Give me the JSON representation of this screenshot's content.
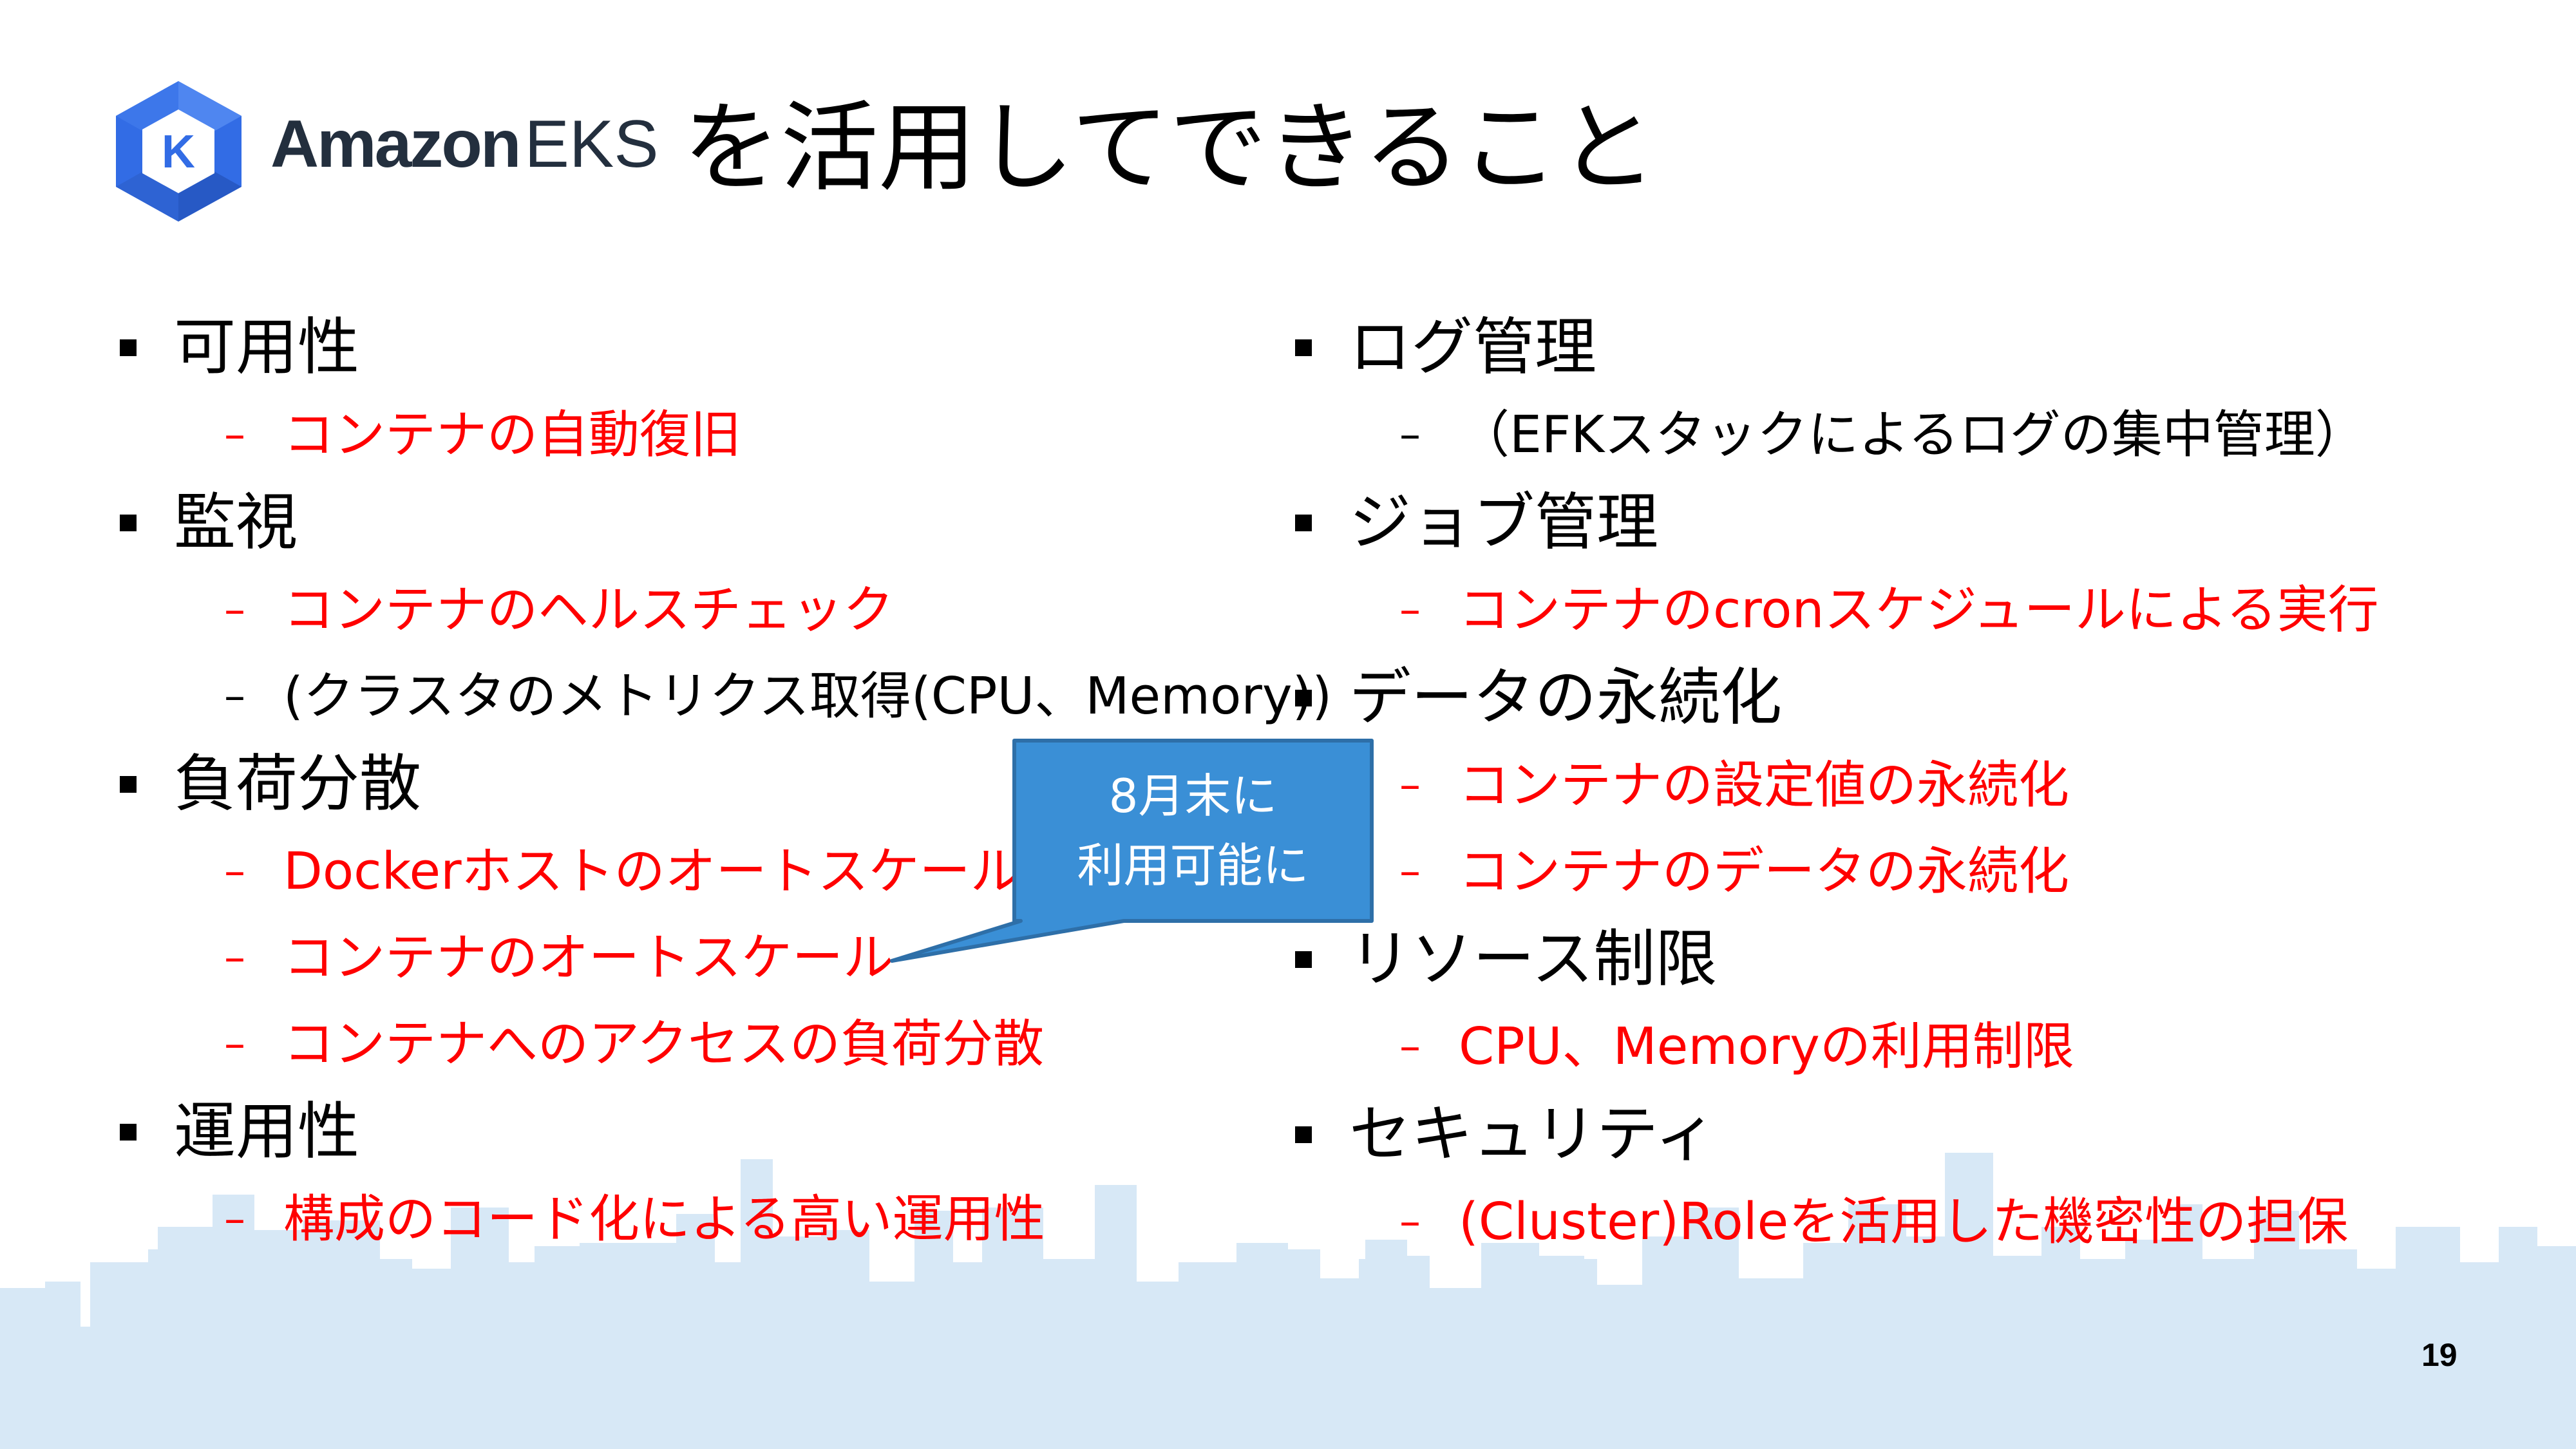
{
  "header": {
    "brand_amazon": "Amazon",
    "brand_eks": "EKS",
    "logo_letter": "K",
    "title": "を活用してできること"
  },
  "left_column": [
    {
      "label": "可用性",
      "subs": [
        {
          "text": "コンテナの自動復旧",
          "color": "#ff0000"
        }
      ]
    },
    {
      "label": "監視",
      "subs": [
        {
          "text": "コンテナのヘルスチェック",
          "color": "#ff0000"
        },
        {
          "text": "(クラスタのメトリクス取得(CPU、Memory))",
          "color": "#000000"
        }
      ]
    },
    {
      "label": "負荷分散",
      "subs": [
        {
          "text": "Dockerホストのオートスケール",
          "color": "#ff0000"
        },
        {
          "text": "コンテナのオートスケール",
          "color": "#ff0000"
        },
        {
          "text": "コンテナへのアクセスの負荷分散",
          "color": "#ff0000"
        }
      ]
    },
    {
      "label": "運用性",
      "subs": [
        {
          "text": "構成のコード化による高い運用性",
          "color": "#ff0000"
        }
      ]
    }
  ],
  "right_column": [
    {
      "label": "ログ管理",
      "subs": [
        {
          "text": "（EFKスタックによるログの集中管理）",
          "color": "#000000"
        }
      ]
    },
    {
      "label": "ジョブ管理",
      "subs": [
        {
          "text": "コンテナのcronスケジュールによる実行",
          "color": "#ff0000"
        }
      ]
    },
    {
      "label": "データの永続化",
      "subs": [
        {
          "text": "コンテナの設定値の永続化",
          "color": "#ff0000"
        },
        {
          "text": "コンテナのデータの永続化",
          "color": "#ff0000"
        }
      ]
    },
    {
      "label": "リソース制限",
      "subs": [
        {
          "text": "CPU、Memoryの利用制限",
          "color": "#ff0000"
        }
      ]
    },
    {
      "label": "セキュリティ",
      "subs": [
        {
          "text": "(Cluster)Roleを活用した機密性の担保",
          "color": "#ff0000"
        }
      ]
    }
  ],
  "dash_glyph": "–",
  "callout": {
    "line1": "8月末に",
    "line2": "利用可能に"
  },
  "page_number": "19",
  "colors": {
    "accent_red": "#ff0000",
    "callout_fill": "#3a8fd6",
    "callout_border": "#2e6fa8",
    "skyline": "#d7e8f6",
    "logo_blue": "#326ce5"
  }
}
